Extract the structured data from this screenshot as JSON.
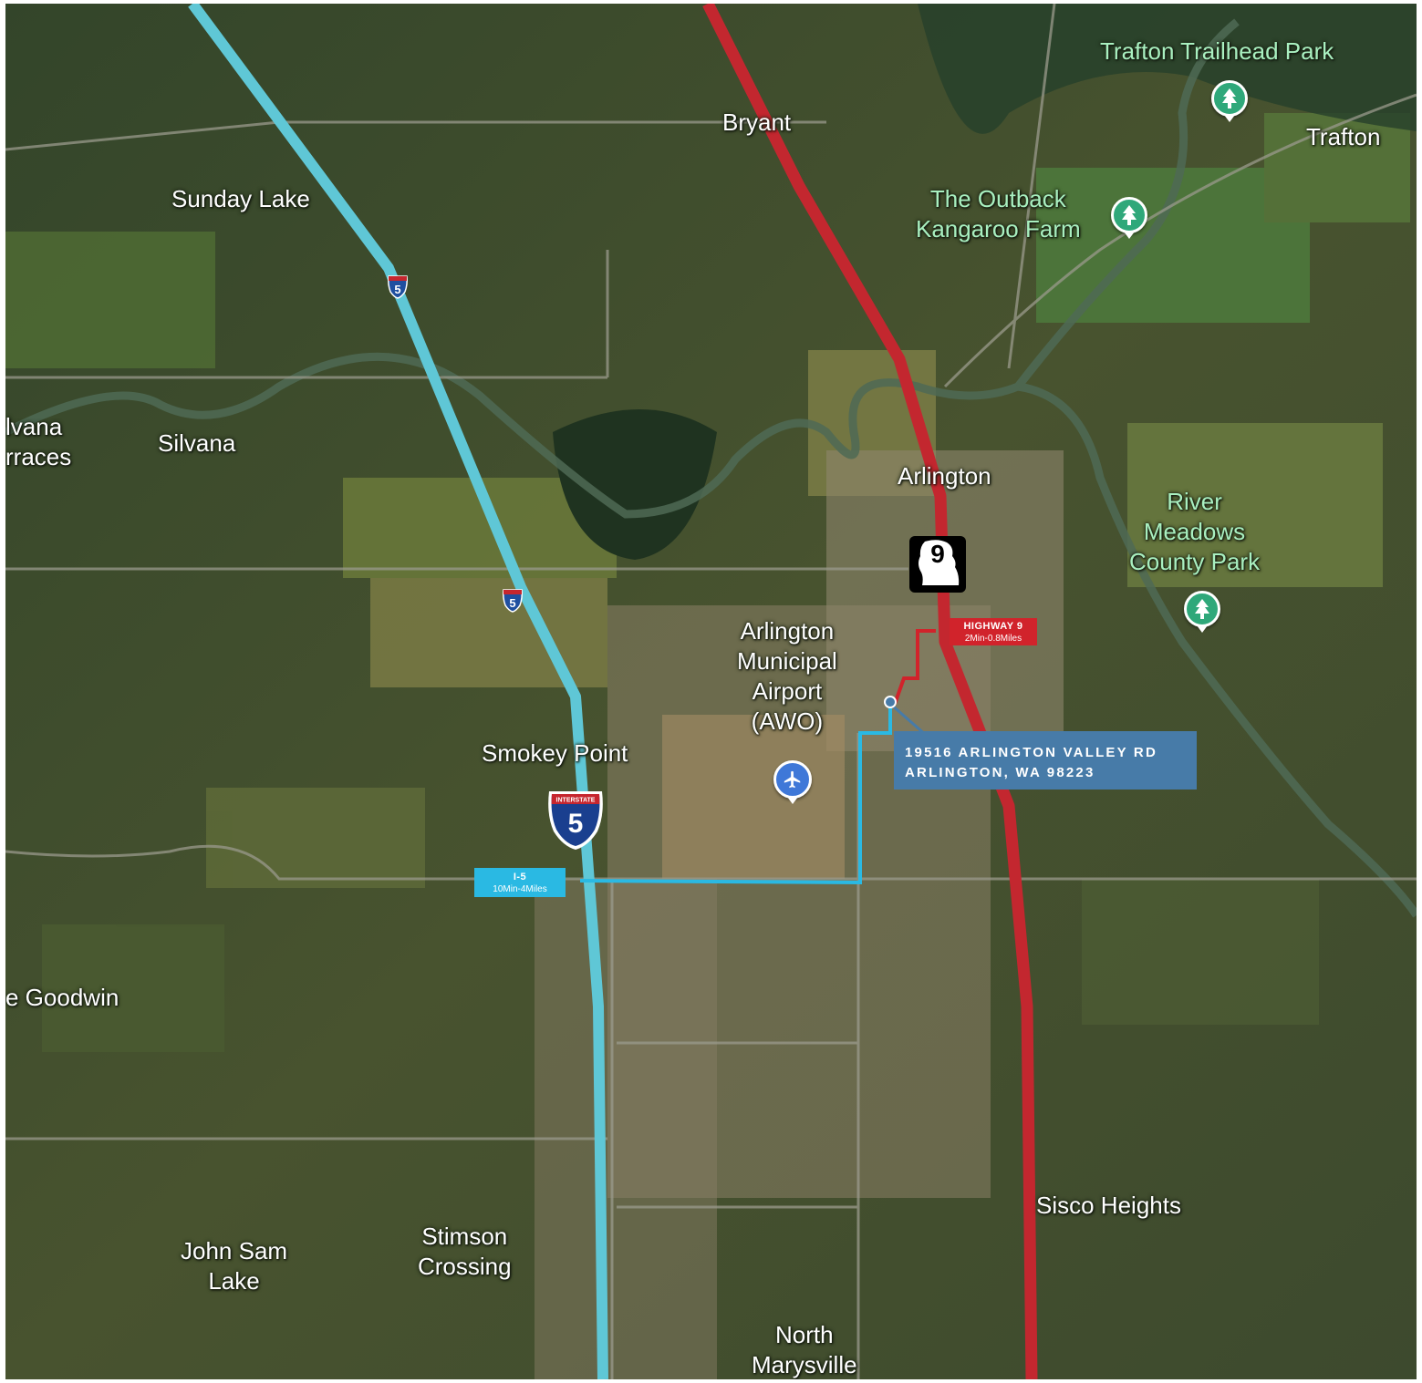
{
  "map": {
    "places": {
      "trafton_trailhead": "Trafton Trailhead Park",
      "trafton": "Trafton",
      "bryant": "Bryant",
      "sunday_lake": "Sunday Lake",
      "outback_line1": "The Outback",
      "outback_line2": "Kangaroo Farm",
      "silvana_left": "lvana",
      "terraces": "rraces",
      "silvana": "Silvana",
      "arlington": "Arlington",
      "river_line1": "River",
      "river_line2": "Meadows",
      "river_line3": "County Park",
      "airport_line1": "Arlington",
      "airport_line2": "Municipal",
      "airport_line3": "Airport",
      "airport_line4": "(AWO)",
      "smokey_point": "Smokey Point",
      "goodwin": "e Goodwin",
      "sisco_heights": "Sisco Heights",
      "john_sam_line1": "John Sam",
      "john_sam_line2": "Lake",
      "stimson_line1": "Stimson",
      "stimson_line2": "Crossing",
      "north_line1": "North",
      "north_line2": "Marysville"
    },
    "shields": {
      "i5_small": "5",
      "i5_top": "INTERSTATE",
      "i5_number": "5",
      "sr9_number": "9"
    },
    "routes": {
      "highway9": {
        "title": "HIGHWAY 9",
        "subtitle": "2Min-0.8Miles",
        "color": "#d1232b"
      },
      "i5": {
        "title": "I-5",
        "subtitle": "10Min-4Miles",
        "color": "#2ab9e3"
      }
    },
    "address": {
      "line1": "19516 ARLINGTON VALLEY RD",
      "line2": "ARLINGTON, WA 98223"
    },
    "icons": [
      "tree-icon",
      "airplane-icon",
      "location-dot-icon"
    ],
    "colors": {
      "i5_highlight": "#5fc7d6",
      "highway9_highlight": "#c3272f",
      "address_box": "#477ba8",
      "park_pin": "#2fa87a",
      "airport_pin": "#3f78d8"
    }
  }
}
